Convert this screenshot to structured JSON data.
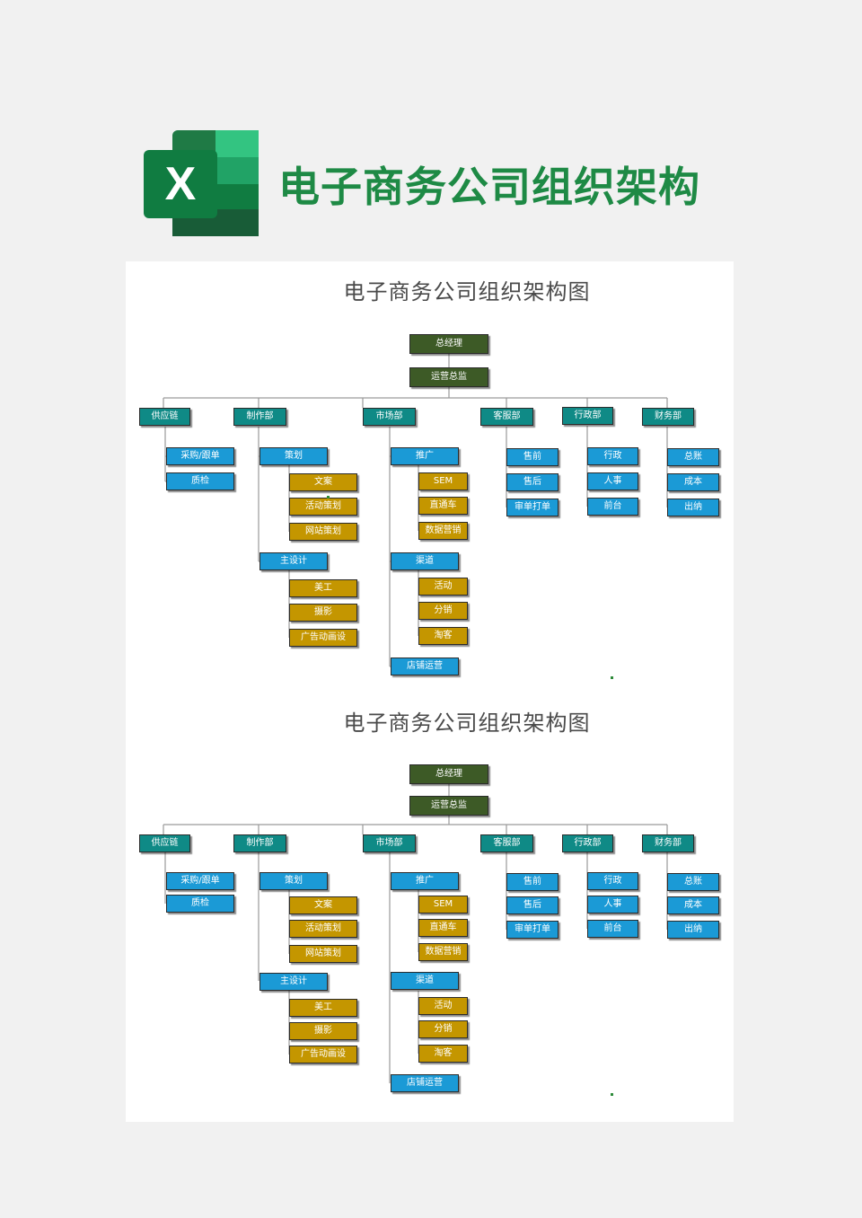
{
  "header": {
    "title": "电子商务公司组织架构",
    "logo_letter": "X"
  },
  "charts": [
    {
      "title": "电子商务公司组织架构图"
    },
    {
      "title": "电子商务公司组织架构图"
    }
  ],
  "org": {
    "ceo": "总经理",
    "coo": "运营总监",
    "supply": {
      "label": "供应链",
      "items": [
        "采购/跟单",
        "质检"
      ]
    },
    "production": {
      "label": "制作部",
      "planning": {
        "label": "策划",
        "items": [
          "文案",
          "活动策划",
          "网站策划"
        ]
      },
      "design": {
        "label": "主设计",
        "items": [
          "美工",
          "摄影",
          "广告动画设"
        ]
      }
    },
    "market": {
      "label": "市场部",
      "promotion": {
        "label": "推广",
        "items": [
          "SEM",
          "直通车",
          "数据营销"
        ]
      },
      "channel": {
        "label": "渠道",
        "items": [
          "活动",
          "分销",
          "淘客"
        ]
      },
      "store": "店铺运营"
    },
    "service": {
      "label": "客服部",
      "items": [
        "售前",
        "售后",
        "审单打单"
      ]
    },
    "admin": {
      "label": "行政部",
      "items": [
        "行政",
        "人事",
        "前台"
      ]
    },
    "finance": {
      "label": "财务部",
      "items": [
        "总账",
        "成本",
        "出纳"
      ]
    }
  },
  "colors": {
    "title_green": "#1e8a45",
    "top_box": "#3d5a26",
    "dept_box": "#0f8a86",
    "sub_box": "#1b9ad6",
    "leaf_box": "#c49600"
  }
}
